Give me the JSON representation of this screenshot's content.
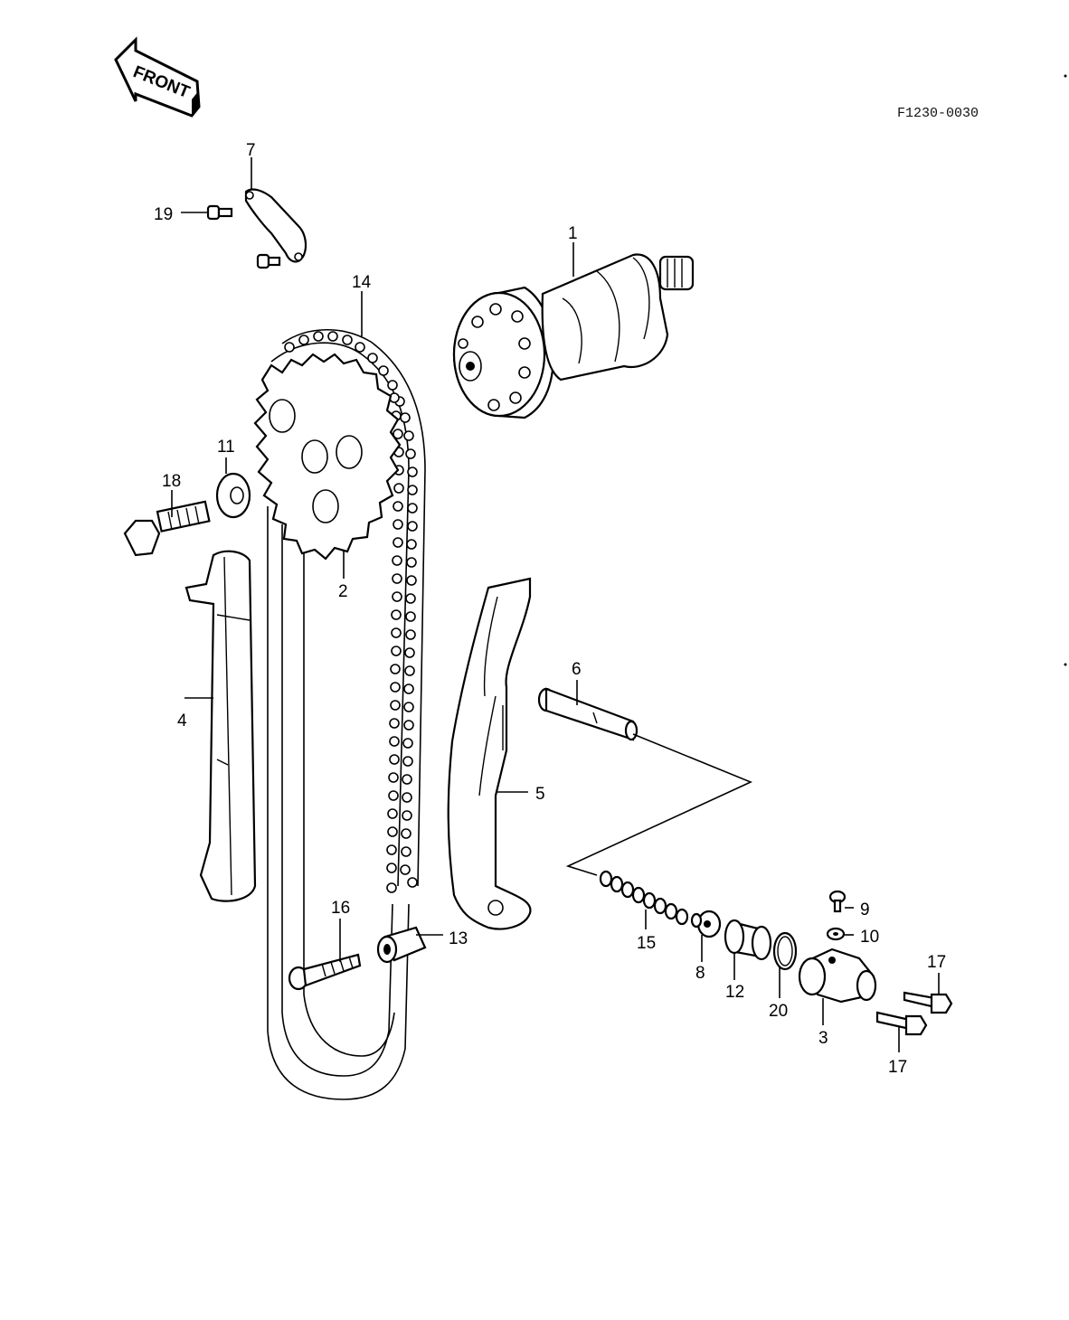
{
  "diagram": {
    "drawing_code": "F1230-0030",
    "front_label": "FRONT",
    "callouts": {
      "p1": "1",
      "p2": "2",
      "p3": "3",
      "p4": "4",
      "p5": "5",
      "p6": "6",
      "p7": "7",
      "p8": "8",
      "p9": "9",
      "p10": "10",
      "p11": "11",
      "p12": "12",
      "p13": "13",
      "p14": "14",
      "p15": "15",
      "p16": "16",
      "p17a": "17",
      "p17b": "17",
      "p18": "18",
      "p19": "19",
      "p20": "20"
    }
  }
}
